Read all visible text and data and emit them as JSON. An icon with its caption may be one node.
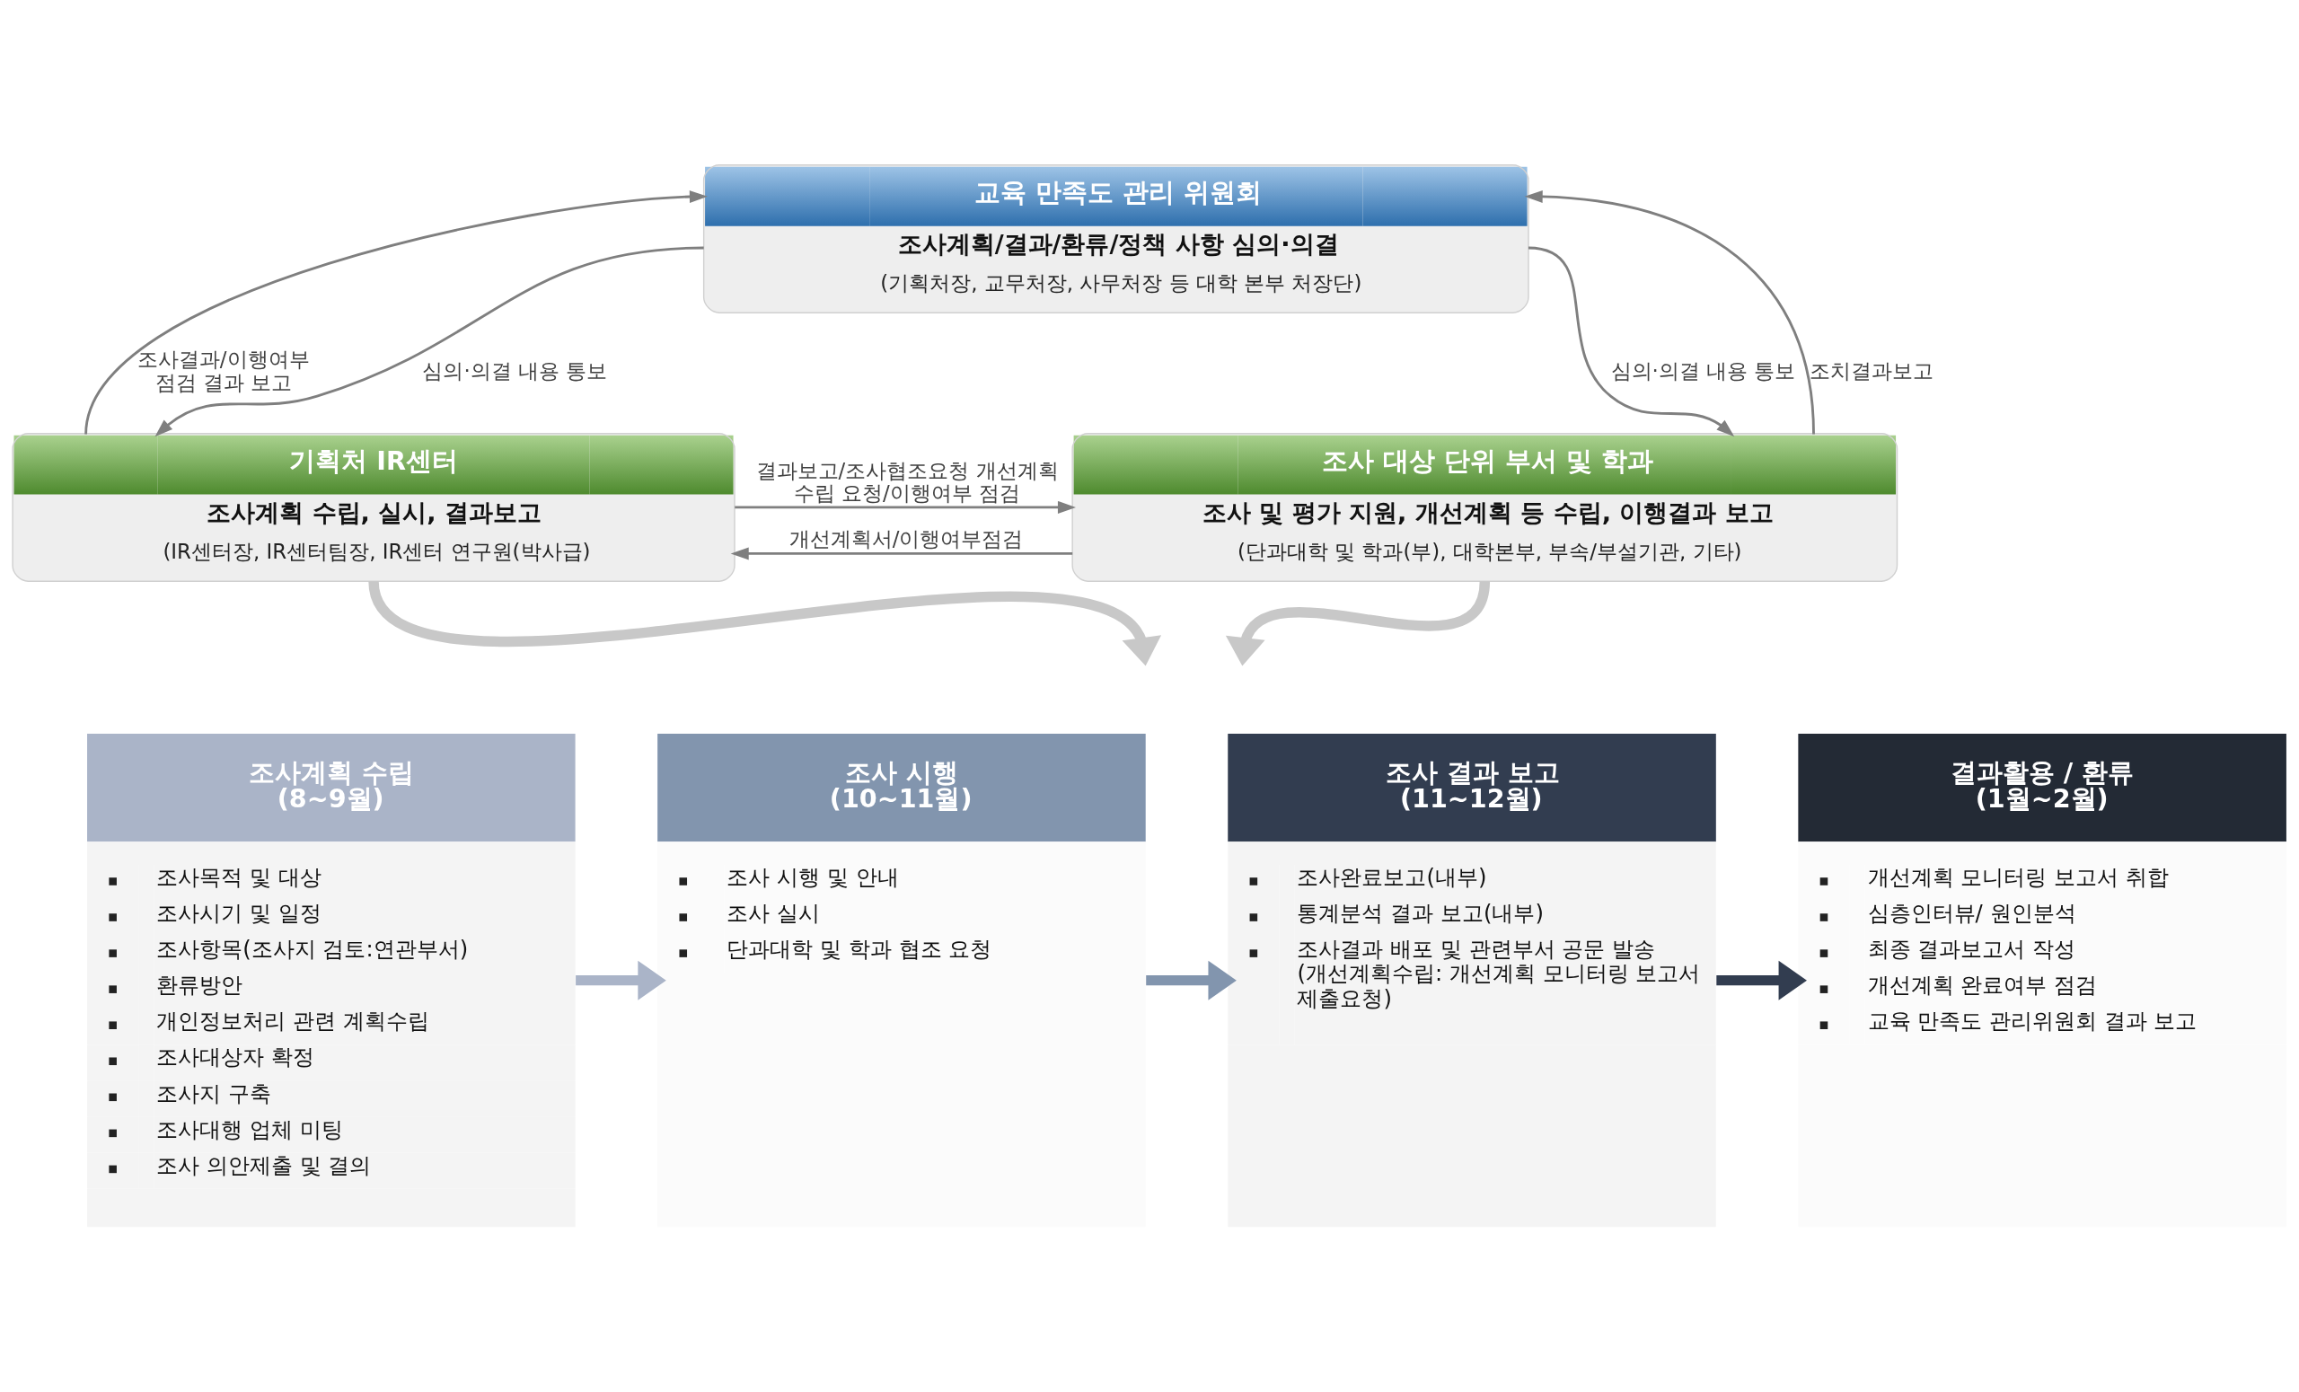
{
  "diagram": {
    "nodes": [
      {
        "text": [
          "교육 만족도 관리 위원회",
          "조사계획/결과/환류/정책 사항 심의·의결",
          "(기획처장, 교무처장, 사무처장 등 대학 본부 처장단)"
        ]
      },
      {
        "text": [
          "기획처 IR센터",
          "조사계획 수립, 실시, 결과보고",
          "(IR센터장, IR센터팀장, IR센터 연구원(박사급)"
        ]
      },
      {
        "text": [
          "조사 대상 단위 부서 및 학과",
          "조사 및 평가 지원, 개선계획 등 수립, 이행결과 보고",
          "(단과대학 및 학과(부), 대학본부, 부속/부설기관, 기타)"
        ]
      },
      {
        "text": [
          "조사계획 수립 (8~9월)",
          "조사목적 및 대상",
          "조사시기 및 일정",
          "조사항목(조사지 검토:연관부서)",
          "환류방안",
          "개인정보처리 관련 계획수립",
          "조사대상자 확정",
          "조사지 구축",
          "조사대행 업체 미팅",
          "조사 의안제출 및 결의"
        ]
      },
      {
        "text": [
          "조사 시행 (10~11월)",
          "조사 시행 및 안내",
          "조사 실시",
          "단과대학 및 학과 협조 요청"
        ]
      },
      {
        "text": [
          "조사 결과 보고 (11~12월)",
          "조사완료보고(내부)",
          "통계분석 결과 보고(내부)",
          "조사결과 배포 및 관련부서 공문 발송 (개선계획수립: 개선계획 모니터링 보고서 제출요청)"
        ]
      },
      {
        "text": [
          "결과활용 / 환류 (1월~2월)",
          "개선계획 모니터링 보고서 취합",
          "심층인터뷰/ 원인분석",
          "최종 결과보고서 작성",
          "개선계획 완료여부 점검",
          "교육 만족도 관리위원회 결과 보고"
        ]
      }
    ],
    "edges": [
      {
        "from": 1,
        "to": 0,
        "arrow": "to",
        "label": "조사결과/이행여부 점검 결과 보고"
      },
      {
        "from": 0,
        "to": 1,
        "arrow": "to",
        "label": "심의·의결 내용 통보"
      },
      {
        "from": 2,
        "to": 0,
        "arrow": "to",
        "label": "조치결과보고"
      },
      {
        "from": 0,
        "to": 2,
        "arrow": "to",
        "label": "심의·의결 내용 통보"
      },
      {
        "from": 1,
        "to": 2,
        "arrow": "to",
        "label": "결과보고/조사협조요청 개선계획 수립 요청/이행여부 점검"
      },
      {
        "from": 2,
        "to": 1,
        "arrow": "to",
        "label": "개선계획서/이행여부점검"
      },
      {
        "from": 1,
        "to": null,
        "arrow": "to",
        "style": "thick",
        "color": "#c8c8c8"
      },
      {
        "from": 2,
        "to": null,
        "arrow": "to",
        "style": "thick",
        "color": "#c8c8c8"
      },
      {
        "from": 3,
        "to": 4,
        "arrow": "to",
        "style": "thick",
        "color": "#aab4c8"
      },
      {
        "from": 4,
        "to": 5,
        "arrow": "to",
        "style": "thick",
        "color": "#8295ae"
      },
      {
        "from": 5,
        "to": 6,
        "arrow": "to",
        "style": "thick",
        "color": "#323d50"
      }
    ]
  }
}
